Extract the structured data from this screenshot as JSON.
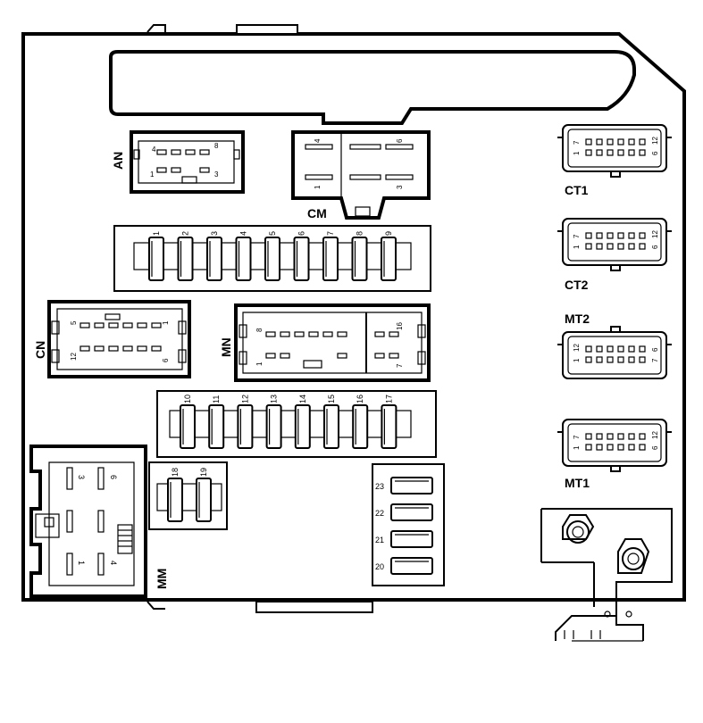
{
  "connectors": {
    "an": {
      "label": "AN",
      "pins": [
        "4",
        "8",
        "1",
        "3"
      ]
    },
    "cm": {
      "label": "CM",
      "pins": [
        "4",
        "6",
        "1",
        "3"
      ]
    },
    "cn": {
      "label": "CN",
      "pins": [
        "5",
        "1",
        "12",
        "6"
      ]
    },
    "mn": {
      "label": "MN",
      "pins": [
        "8",
        "16",
        "1",
        "7"
      ]
    },
    "mm": {
      "label": "MM",
      "pins": [
        "3",
        "6",
        "1",
        "4"
      ]
    },
    "ct1": {
      "label": "CT1",
      "pins": [
        "7",
        "12",
        "1",
        "6"
      ]
    },
    "ct2": {
      "label": "CT2",
      "pins": [
        "7",
        "12",
        "1",
        "6"
      ]
    },
    "mt2": {
      "label": "MT2",
      "pins": [
        "12",
        "6",
        "1",
        "7"
      ]
    },
    "mt1": {
      "label": "MT1",
      "pins": [
        "7",
        "12",
        "1",
        "6"
      ]
    }
  },
  "fuses_top": [
    "1",
    "2",
    "3",
    "4",
    "5",
    "6",
    "7",
    "8",
    "9"
  ],
  "fuses_middle": [
    "10",
    "11",
    "12",
    "13",
    "14",
    "15",
    "16",
    "17"
  ],
  "fuses_small": [
    "18",
    "19"
  ],
  "fuses_side": [
    "23",
    "22",
    "21",
    "20"
  ]
}
